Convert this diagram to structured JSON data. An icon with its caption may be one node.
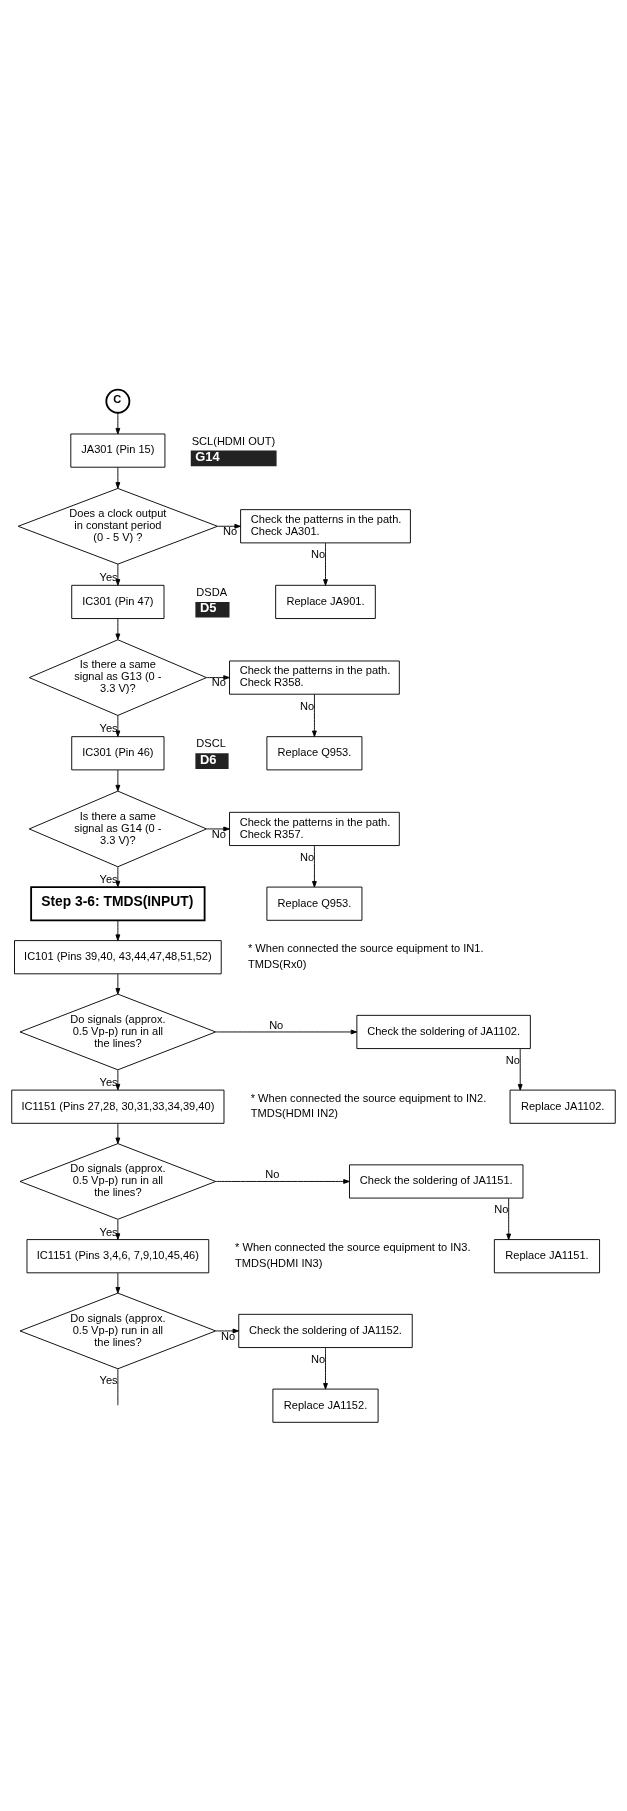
{
  "diagram": {
    "nodes": [
      {
        "text": [
          "C"
        ]
      },
      {
        "text": [
          "JA301 (Pin 15)"
        ],
        "beside": [
          "SCL(HDMI OUT)",
          "G14"
        ]
      },
      {
        "text": [
          "Does a clock output in constant period (0 - 5 V) ?"
        ]
      },
      {
        "text": [
          "Check the patterns in the path.",
          "Check JA301."
        ]
      },
      {
        "text": [
          "Replace JA901."
        ]
      },
      {
        "text": [
          "IC301 (Pin 47)"
        ],
        "beside": [
          "DSDA",
          "D5"
        ]
      },
      {
        "text": [
          "Is there a same signal as G13 (0 - 3.3 V)?"
        ]
      },
      {
        "text": [
          "Check the patterns in the path.",
          "Check R358."
        ]
      },
      {
        "text": [
          "Replace Q953."
        ]
      },
      {
        "text": [
          "IC301 (Pin 46)"
        ],
        "beside": [
          "DSCL",
          "D6"
        ]
      },
      {
        "text": [
          "Is there a same signal as G14 (0 - 3.3 V)?"
        ]
      },
      {
        "text": [
          "Check the patterns in the path.",
          "Check R357."
        ]
      },
      {
        "text": [
          "Replace Q953."
        ]
      },
      {
        "text": [
          "Step 3-6: TMDS(INPUT)"
        ]
      },
      {
        "text": [
          "IC101 (Pins 39,40, 43,44,47,48,51,52)"
        ],
        "beside": [
          "* When connected the source equipment to IN1.",
          "TMDS(Rx0)"
        ]
      },
      {
        "text": [
          "Do signals (approx. 0.5 Vp-p) run in all the lines?"
        ]
      },
      {
        "text": [
          "Check the soldering of JA1102."
        ]
      },
      {
        "text": [
          "Replace JA1102."
        ]
      },
      {
        "text": [
          "IC1151 (Pins 27,28, 30,31,33,34,39,40)"
        ],
        "beside": [
          "* When connected the source equipment to IN2.",
          "TMDS(HDMI IN2)"
        ]
      },
      {
        "text": [
          "Do signals (approx. 0.5 Vp-p) run in all the lines?"
        ]
      },
      {
        "text": [
          "Check the soldering of JA1151."
        ]
      },
      {
        "text": [
          "Replace JA1151."
        ]
      },
      {
        "text": [
          "IC1151 (Pins 3,4,6, 7,9,10,45,46)"
        ],
        "beside": [
          "* When connected the source equipment to IN3.",
          "TMDS(HDMI IN3)"
        ]
      },
      {
        "text": [
          "Do signals (approx. 0.5 Vp-p) run in all the lines?"
        ]
      },
      {
        "text": [
          "Check the soldering of JA1152."
        ]
      },
      {
        "text": [
          "Replace JA1152."
        ]
      }
    ],
    "edges": [
      {
        "from": 0,
        "to": 1,
        "arrow": "to"
      },
      {
        "from": 1,
        "to": 2,
        "arrow": "to"
      },
      {
        "from": 2,
        "to": 3,
        "arrow": "to",
        "label": "No"
      },
      {
        "from": 3,
        "to": 4,
        "arrow": "to",
        "label": "No"
      },
      {
        "from": 2,
        "to": 5,
        "arrow": "to",
        "label": "Yes"
      },
      {
        "from": 5,
        "to": 6,
        "arrow": "to"
      },
      {
        "from": 6,
        "to": 7,
        "arrow": "to",
        "label": "No"
      },
      {
        "from": 7,
        "to": 8,
        "arrow": "to",
        "label": "No"
      },
      {
        "from": 6,
        "to": 9,
        "arrow": "to",
        "label": "Yes"
      },
      {
        "from": 9,
        "to": 10,
        "arrow": "to"
      },
      {
        "from": 10,
        "to": 11,
        "arrow": "to",
        "label": "No"
      },
      {
        "from": 11,
        "to": 12,
        "arrow": "to",
        "label": "No"
      },
      {
        "from": 10,
        "to": 13,
        "arrow": "to",
        "label": "Yes"
      },
      {
        "from": 13,
        "to": 14,
        "arrow": "to"
      },
      {
        "from": 14,
        "to": 15,
        "arrow": "to"
      },
      {
        "from": 15,
        "to": 16,
        "arrow": "to",
        "label": "No"
      },
      {
        "from": 16,
        "to": 17,
        "arrow": "to",
        "label": "No"
      },
      {
        "from": 15,
        "to": 18,
        "arrow": "to",
        "label": "Yes"
      },
      {
        "from": 18,
        "to": 19,
        "arrow": "to"
      },
      {
        "from": 19,
        "to": 20,
        "arrow": "to",
        "label": "No"
      },
      {
        "from": 20,
        "to": 21,
        "arrow": "to",
        "label": "No"
      },
      {
        "from": 19,
        "to": 22,
        "arrow": "to",
        "label": "Yes"
      },
      {
        "from": 22,
        "to": 23,
        "arrow": "to"
      },
      {
        "from": 23,
        "to": 24,
        "arrow": "to",
        "label": "No"
      },
      {
        "from": 24,
        "to": 25,
        "arrow": "to",
        "label": "No"
      },
      {
        "from": 23,
        "to": null,
        "arrow": "none",
        "label": "Yes"
      }
    ]
  }
}
